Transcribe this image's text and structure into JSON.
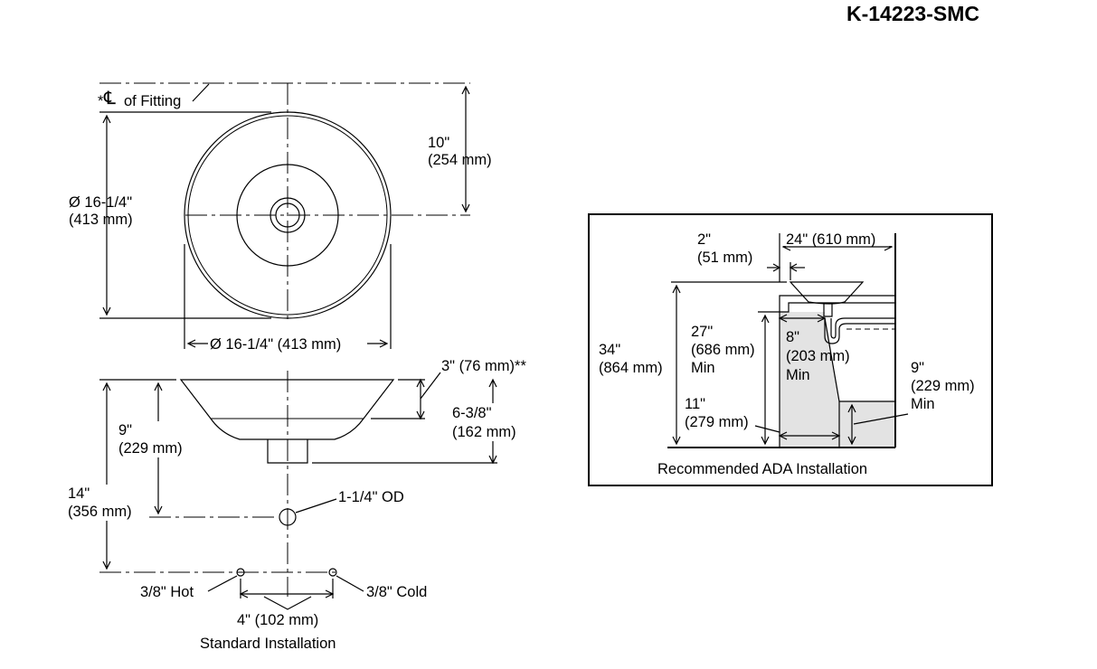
{
  "model_number": "K-14223-SMC",
  "top_view": {
    "fitting_label_prefix": "*",
    "fitting_symbol": "℄",
    "fitting_label": "of Fitting",
    "depth_to_center": [
      "10\"",
      "(254 mm)"
    ],
    "diameter_vertical": [
      "Ø 16-1/4\"",
      "(413 mm)"
    ],
    "diameter_horizontal": "Ø 16-1/4\" (413 mm)"
  },
  "side_view": {
    "rim_height": "3\" (76 mm)**",
    "bowl_height": [
      "6-3/8\"",
      "(162 mm)"
    ],
    "drain_height": [
      "9\"",
      "(229 mm)"
    ],
    "supply_height": [
      "14\"",
      "(356 mm)"
    ],
    "drain_od": "1-1/4\" OD",
    "hot_supply": "3/8\" Hot",
    "cold_supply": "3/8\" Cold",
    "supply_spacing": "4\" (102 mm)",
    "caption": "Standard Installation"
  },
  "ada_view": {
    "offset": [
      "2\"",
      "(51 mm)"
    ],
    "depth": "24\" (610 mm)",
    "rim_height": [
      "34\"",
      "(864 mm)"
    ],
    "knee_clearance": [
      "27\"",
      "(686 mm)",
      "Min"
    ],
    "knee_depth": [
      "8\"",
      "(203 mm)",
      "Min"
    ],
    "toe_clearance": [
      "9\"",
      "(229 mm)",
      "Min"
    ],
    "toe_depth": [
      "11\"",
      "(279 mm)"
    ],
    "caption": "Recommended ADA Installation"
  }
}
